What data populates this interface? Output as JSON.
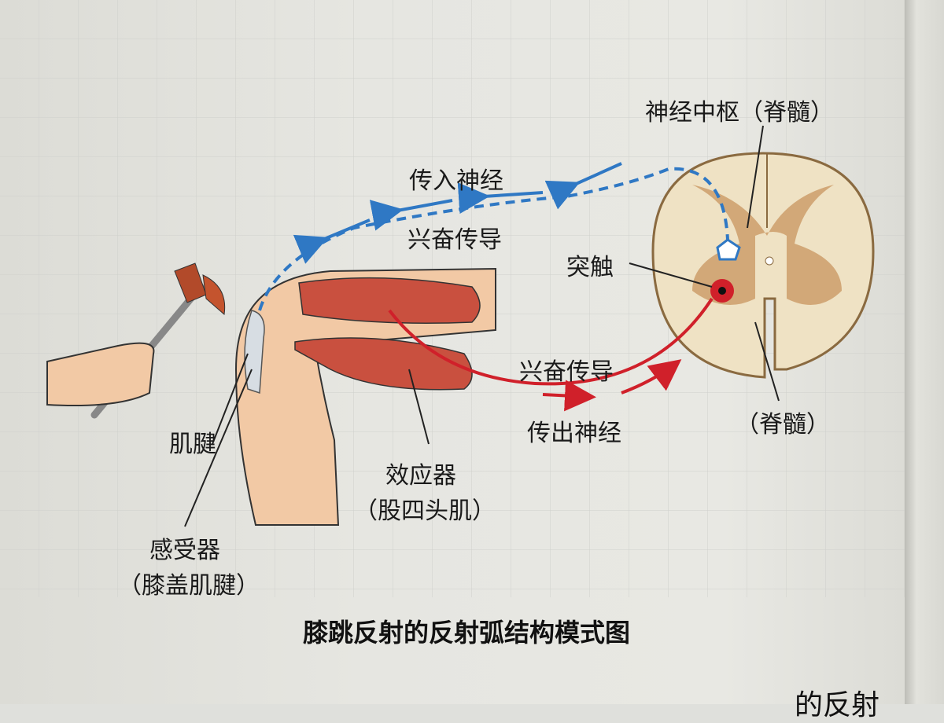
{
  "labels": {
    "center": "神经中枢（脊髓）",
    "afferent": "传入神经",
    "excitation_top": "兴奋传导",
    "synapse": "突触",
    "excitation_bottom": "兴奋传导",
    "efferent": "传出神经",
    "spinal_cord": "（脊髓）",
    "tendon": "肌腱",
    "effector": "效应器",
    "effector_detail": "（股四头肌）",
    "receptor": "感受器",
    "receptor_detail": "（膝盖肌腱）"
  },
  "caption": "膝跳反射的反射弧结构模式图",
  "cut_text": "的反射",
  "colors": {
    "afferent": "#2f78c4",
    "efferent": "#d0202a",
    "muscle": "#c9503f",
    "gray_matter": "#d2a878",
    "white_matter": "#efe2c4"
  }
}
